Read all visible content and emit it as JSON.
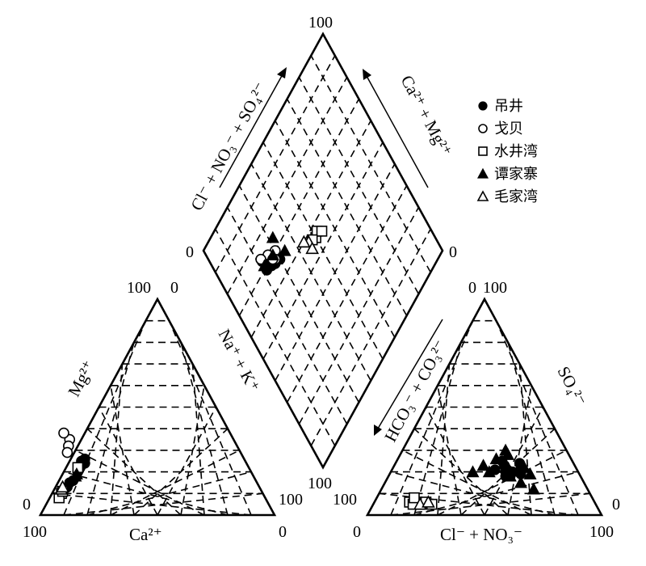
{
  "chart_data": {
    "type": "scatter",
    "subtype": "piper-trilinear",
    "title": "",
    "cation_triangle": {
      "axes": {
        "bottom": "Ca²⁺",
        "left": "Mg²⁺",
        "right": "Na⁺ + K⁺"
      },
      "ticks": {
        "top_left": "100",
        "top_right": "0",
        "bottom_left": "100",
        "bottom_right": "0",
        "left_corner": "0",
        "right_corner": "100"
      }
    },
    "anion_triangle": {
      "axes": {
        "bottom": "Cl⁻ + NO₃⁻",
        "left": "HCO₃⁻ + CO₃²⁻",
        "right": "SO₄²⁻"
      },
      "ticks": {
        "top_left": "0",
        "top_right": "100",
        "bottom_left": "0",
        "bottom_right": "100",
        "left_corner": "100",
        "right_corner": "0"
      }
    },
    "diamond": {
      "axes": {
        "upper_left": "Cl⁻ + NO₃⁻ + SO₄²⁻",
        "upper_right": "Ca²⁺ + Mg²⁺"
      },
      "ticks": {
        "top": "100",
        "left": "0",
        "right": "0",
        "bottom": "100"
      }
    },
    "legend_position": "top-right",
    "series": [
      {
        "name": "吊井",
        "marker": "filled-circle",
        "cation": [
          [
            72,
            22
          ],
          [
            70,
            25
          ],
          [
            74,
            20
          ],
          [
            68,
            26
          ],
          [
            80,
            15
          ],
          [
            82,
            13
          ],
          [
            78,
            16
          ],
          [
            71,
            23
          ],
          [
            73,
            21
          ],
          [
            69,
            24
          ]
        ],
        "anion": [
          [
            48,
            22
          ],
          [
            45,
            25
          ],
          [
            52,
            20
          ],
          [
            50,
            18
          ],
          [
            47,
            23
          ],
          [
            55,
            21
          ],
          [
            53,
            24
          ],
          [
            49,
            20
          ],
          [
            56,
            19
          ],
          [
            44,
            21
          ]
        ],
        "diamond": [
          [
            72,
            24
          ],
          [
            70,
            23
          ],
          [
            71,
            26
          ],
          [
            69,
            22
          ],
          [
            66,
            30
          ],
          [
            68,
            25
          ],
          [
            73,
            22
          ],
          [
            67,
            27
          ]
        ]
      },
      {
        "name": "戈贝",
        "marker": "open-circle",
        "cation": [
          [
            70,
            35
          ],
          [
            72,
            32
          ],
          [
            74,
            29
          ],
          [
            71,
            38
          ]
        ],
        "anion": [
          [
            18,
            5
          ],
          [
            20,
            6
          ],
          [
            17,
            7
          ],
          [
            21,
            5
          ]
        ],
        "diamond": [
          [
            70,
            30
          ],
          [
            68,
            28
          ],
          [
            72,
            26
          ],
          [
            74,
            22
          ],
          [
            69,
            27
          ]
        ]
      },
      {
        "name": "水井湾",
        "marker": "open-square",
        "cation": [
          [
            86,
            10
          ],
          [
            88,
            8
          ],
          [
            85,
            11
          ],
          [
            73,
            22
          ]
        ],
        "anion": [
          [
            15,
            6
          ],
          [
            17,
            5
          ],
          [
            16,
            8
          ],
          [
            22,
            6
          ],
          [
            25,
            5
          ]
        ],
        "diamond": [
          [
            56,
            50
          ],
          [
            57,
            52
          ],
          [
            55,
            54
          ],
          [
            57,
            48
          ]
        ]
      },
      {
        "name": "谭家寨",
        "marker": "filled-triangle",
        "cation": [
          [
            76,
            18
          ],
          [
            75,
            19
          ]
        ],
        "anion": [
          [
            42,
            20
          ],
          [
            38,
            23
          ],
          [
            44,
            30
          ],
          [
            46,
            28
          ],
          [
            42,
            26
          ],
          [
            48,
            22
          ],
          [
            35,
            20
          ],
          [
            52,
            18
          ],
          [
            58,
            15
          ],
          [
            60,
            19
          ],
          [
            56,
            22
          ],
          [
            65,
            12
          ]
        ],
        "diamond": [
          [
            74,
            32
          ],
          [
            70,
            28
          ],
          [
            66,
            34
          ],
          [
            71,
            22
          ]
        ]
      },
      {
        "name": "毛家湾",
        "marker": "open-triangle",
        "cation": [
          [
            85,
            12
          ],
          [
            84,
            13
          ]
        ],
        "anion": [
          [
            20,
            5
          ],
          [
            23,
            6
          ]
        ],
        "diamond": [
          [
            58,
            46
          ],
          [
            60,
            44
          ],
          [
            55,
            46
          ]
        ]
      }
    ]
  }
}
